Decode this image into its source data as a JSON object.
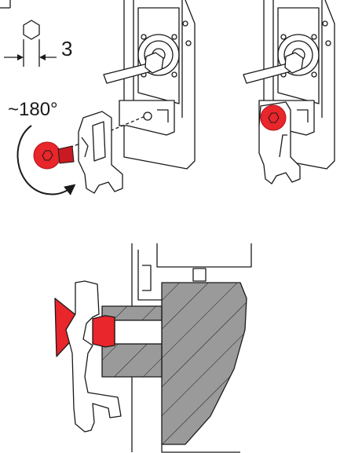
{
  "tool": {
    "icon": "hex-key-icon",
    "size_label": "3"
  },
  "rotation": {
    "angle_label": "~180°",
    "icon": "rotate-counterclockwise-arrow-icon"
  },
  "colors": {
    "line": "#1a1a1a",
    "screw_red": "#e8262b",
    "screw_dark": "#b01016",
    "section_grey": "#9a9a9a",
    "wedge_red": "#e8262b"
  },
  "figures": [
    {
      "id": "remove-step",
      "icon": "printhead-bracket-screw-removed-icon"
    },
    {
      "id": "installed-step",
      "icon": "printhead-bracket-screw-installed-icon"
    },
    {
      "id": "cross-section",
      "icon": "printhead-clamp-section-icon"
    }
  ]
}
